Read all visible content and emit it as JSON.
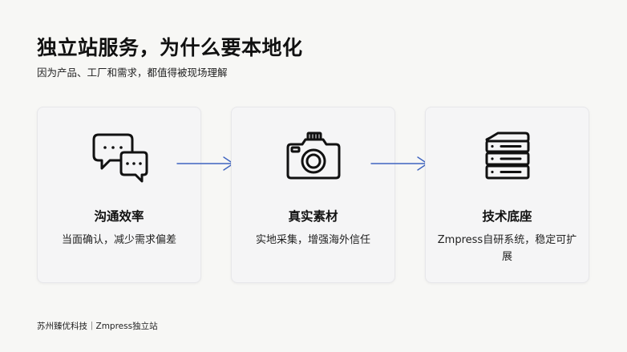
{
  "header": {
    "title": "独立站服务，为什么要本地化",
    "subtitle": "因为产品、工厂和需求，都值得被现场理解"
  },
  "cards": [
    {
      "icon": "chat-bubbles-icon",
      "title": "沟通效率",
      "description": "当面确认，减少需求偏差"
    },
    {
      "icon": "camera-icon",
      "title": "真实素材",
      "description": "实地采集，增强海外信任"
    },
    {
      "icon": "server-stack-icon",
      "title": "技术底座",
      "description": "Zmpress自研系统，稳定可扩展"
    }
  ],
  "colors": {
    "arrow": "#3f64c0",
    "background": "#f7f7f5",
    "card": "#f5f5f6"
  },
  "footer": {
    "text": "苏州臻优科技｜Zmpress独立站"
  }
}
